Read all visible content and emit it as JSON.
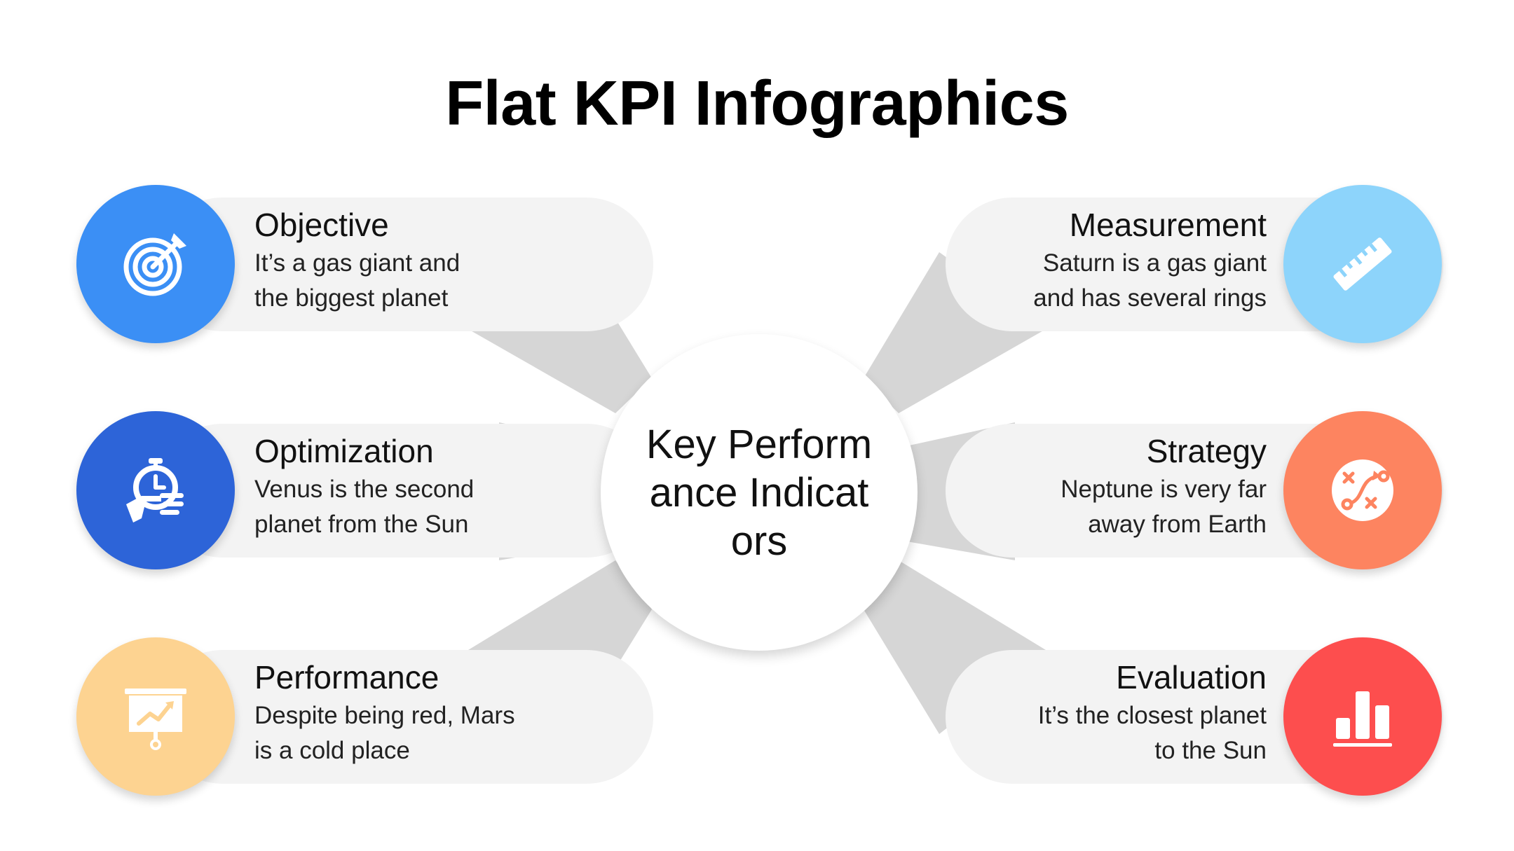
{
  "title": "Flat KPI Infographics",
  "center_label": "Key Performance Indicators",
  "colors": {
    "objective": "#3b8ff5",
    "optimization": "#2d64d8",
    "performance": "#fdd391",
    "measurement": "#8dd4fb",
    "strategy": "#fd8460",
    "evaluation": "#fd4e4e",
    "pill": "#f3f3f3",
    "connector": "#d6d6d6"
  },
  "items": {
    "objective": {
      "heading": "Objective",
      "description": "It’s a gas giant and the biggest planet",
      "icon": "target-icon"
    },
    "optimization": {
      "heading": "Optimization",
      "description": "Venus is the second planet from the Sun",
      "icon": "stopwatch-hand-icon"
    },
    "performance": {
      "heading": "Performance",
      "description": "Despite being red, Mars is a cold place",
      "icon": "presentation-board-icon"
    },
    "measurement": {
      "heading": "Measurement",
      "description": "Saturn is a gas giant and has several rings",
      "icon": "ruler-icon"
    },
    "strategy": {
      "heading": "Strategy",
      "description": "Neptune is very far away from Earth",
      "icon": "strategy-plan-icon"
    },
    "evaluation": {
      "heading": "Evaluation",
      "description": "It’s the closest planet to the Sun",
      "icon": "bar-chart-icon"
    }
  }
}
